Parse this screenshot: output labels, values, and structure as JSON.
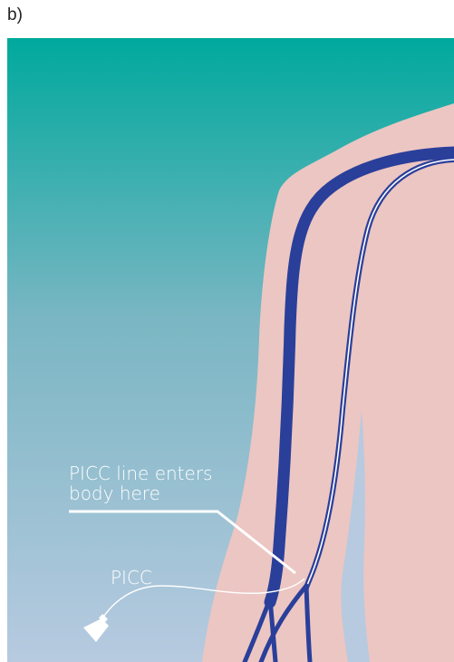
{
  "panel_label": "b)",
  "annotations": {
    "entry_line1": "PICC line enters",
    "entry_line2": "body here",
    "picc": "PICC"
  },
  "colors": {
    "background_top": "#00a99d",
    "background_bottom": "#b7cae0",
    "skin": "#ecc6c2",
    "vein": "#2a3f9a",
    "catheter": "#ffffff"
  }
}
